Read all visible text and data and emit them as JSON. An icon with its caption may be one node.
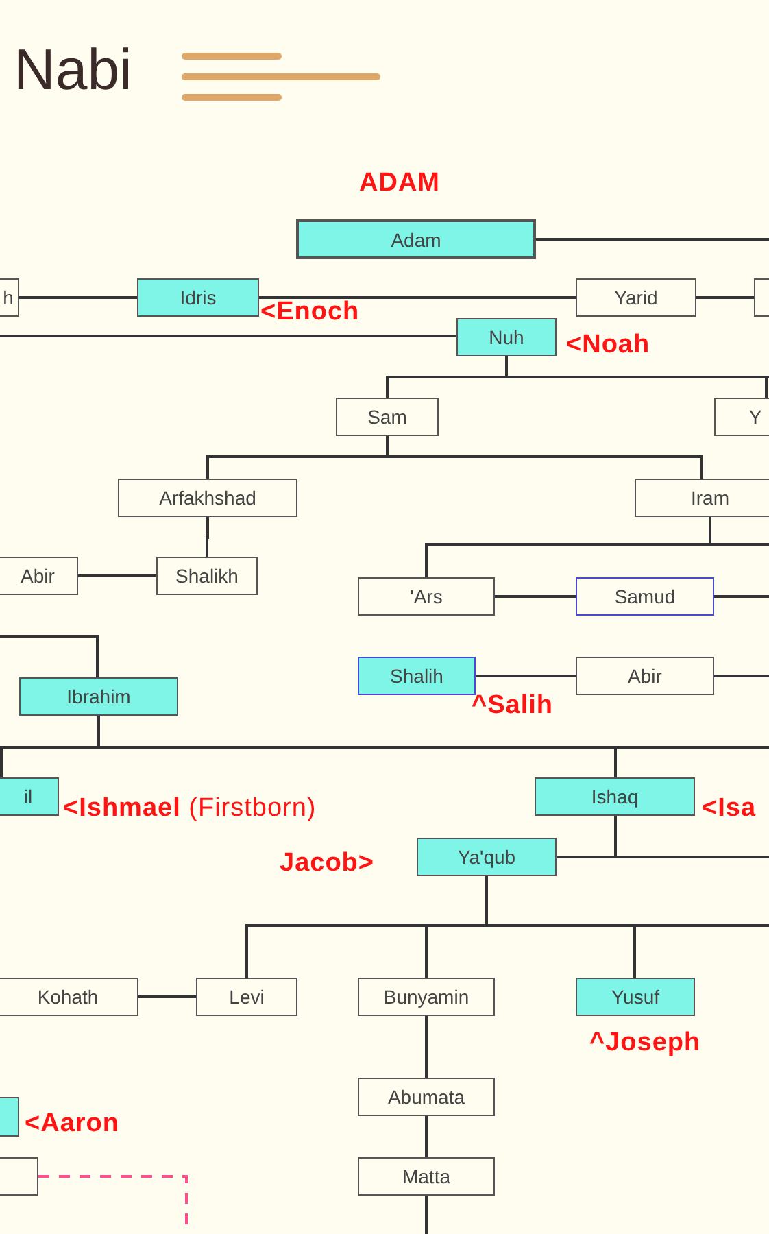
{
  "diagram": {
    "title": "Nabi",
    "nodes": [
      {
        "text": [
          "Adam"
        ],
        "beside": [
          "ADAM"
        ]
      },
      {
        "text": [
          "h"
        ]
      },
      {
        "text": [
          "Idris"
        ],
        "beside": [
          "<Enoch"
        ]
      },
      {
        "text": [
          "Yarid"
        ]
      },
      {
        "text": [],
        "shape": "box"
      },
      {
        "text": [
          "Nuh"
        ],
        "beside": [
          "<Noah"
        ]
      },
      {
        "text": [
          "Sam"
        ]
      },
      {
        "text": [
          "Y"
        ]
      },
      {
        "text": [
          "Arfakhshad"
        ]
      },
      {
        "text": [
          "Iram"
        ]
      },
      {
        "text": [
          "Abir"
        ]
      },
      {
        "text": [
          "Shalikh"
        ]
      },
      {
        "text": [
          "'Ars"
        ]
      },
      {
        "text": [
          "Samud"
        ]
      },
      {
        "text": [
          "Ibrahim"
        ]
      },
      {
        "text": [
          "Shalih"
        ],
        "beside": [
          "^Salih"
        ]
      },
      {
        "text": [
          "Abir"
        ]
      },
      {
        "text": [
          "il"
        ],
        "beside": [
          "**<Ishmael** (Firstborn)"
        ]
      },
      {
        "text": [
          "Ishaq"
        ],
        "beside": [
          "<Isa"
        ]
      },
      {
        "text": [
          "Ya'qub"
        ],
        "beside": [
          "Jacob>"
        ]
      },
      {
        "text": [
          "Kohath"
        ]
      },
      {
        "text": [
          "Levi"
        ]
      },
      {
        "text": [
          "Bunyamin"
        ]
      },
      {
        "text": [
          "Yusuf"
        ],
        "beside": [
          "^Joseph"
        ]
      },
      {
        "text": [
          "Abumata"
        ]
      },
      {
        "text": [],
        "shape": "box",
        "beside": [
          "<Aaron"
        ]
      },
      {
        "text": [
          "Matta"
        ]
      },
      {
        "text": [],
        "shape": "box"
      }
    ],
    "edges": [
      {
        "from": 0,
        "to": null,
        "arrow": "none"
      },
      {
        "from": 1,
        "to": 2,
        "arrow": "none"
      },
      {
        "from": 2,
        "to": 3,
        "arrow": "none"
      },
      {
        "from": 3,
        "to": 4,
        "arrow": "none"
      },
      {
        "from": null,
        "to": 5,
        "arrow": "none"
      },
      {
        "from": 5,
        "to": 6,
        "arrow": "none"
      },
      {
        "from": 5,
        "to": 7,
        "arrow": "none"
      },
      {
        "from": 6,
        "to": 8,
        "arrow": "none"
      },
      {
        "from": 6,
        "to": 9,
        "arrow": "none"
      },
      {
        "from": 8,
        "to": 11,
        "arrow": "none"
      },
      {
        "from": 10,
        "to": 11,
        "arrow": "none"
      },
      {
        "from": 9,
        "to": 12,
        "arrow": "none"
      },
      {
        "from": 12,
        "to": 13,
        "arrow": "none"
      },
      {
        "from": 13,
        "to": null,
        "arrow": "none"
      },
      {
        "from": 15,
        "to": 16,
        "arrow": "none"
      },
      {
        "from": 16,
        "to": null,
        "arrow": "none"
      },
      {
        "from": null,
        "to": 14,
        "arrow": "none"
      },
      {
        "from": 14,
        "to": 17,
        "arrow": "none"
      },
      {
        "from": 14,
        "to": 18,
        "arrow": "none"
      },
      {
        "from": 18,
        "to": 19,
        "arrow": "none"
      },
      {
        "from": 19,
        "to": 21,
        "arrow": "none"
      },
      {
        "from": 19,
        "to": 22,
        "arrow": "none"
      },
      {
        "from": 19,
        "to": 23,
        "arrow": "none"
      },
      {
        "from": 20,
        "to": 21,
        "arrow": "none"
      },
      {
        "from": 22,
        "to": 24,
        "arrow": "none"
      },
      {
        "from": 24,
        "to": 26,
        "arrow": "none"
      },
      {
        "from": 26,
        "to": null,
        "arrow": "none"
      },
      {
        "from": 27,
        "to": null,
        "arrow": "none",
        "style": "dashed",
        "color": "#ff4f8f"
      },
      {
        "from": 5,
        "to": null,
        "arrow": "none"
      },
      {
        "from": 9,
        "to": null,
        "arrow": "none"
      },
      {
        "from": 14,
        "to": null,
        "arrow": "none"
      },
      {
        "from": 19,
        "to": null,
        "arrow": "none"
      },
      {
        "from": 19,
        "to": null,
        "arrow": "none"
      }
    ]
  }
}
